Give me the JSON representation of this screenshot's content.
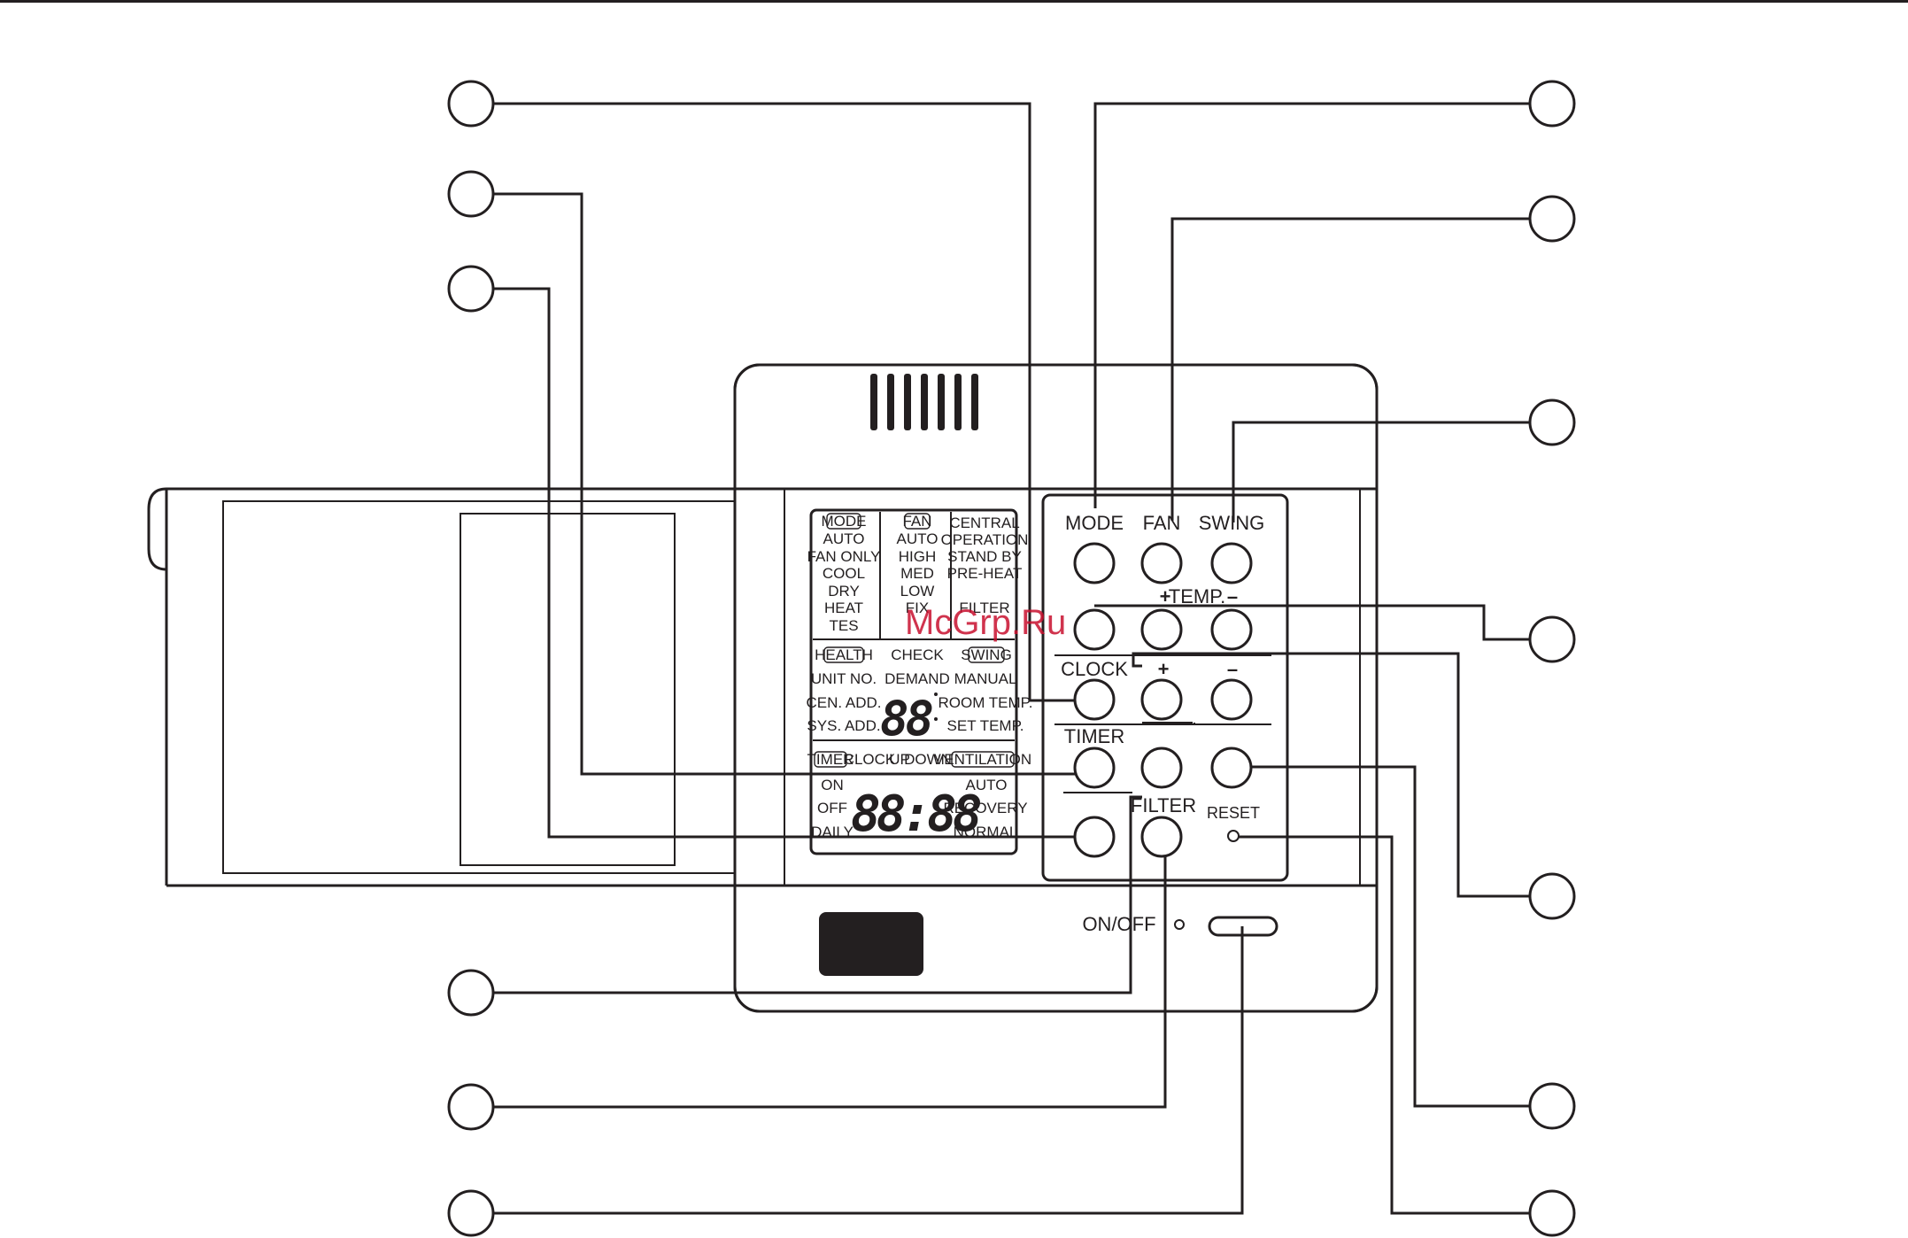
{
  "lcd": {
    "mode_header": "MODE",
    "mode_items": [
      "AUTO",
      "FAN ONLY",
      "COOL",
      "DRY",
      "HEAT",
      "TES"
    ],
    "fan_header": "FAN",
    "fan_items": [
      "AUTO",
      "HIGH",
      "MED",
      "LOW",
      "FIX"
    ],
    "status_items": [
      "CENTRAL",
      "OPERATION",
      "STAND BY",
      "PRE-HEAT"
    ],
    "filter": "FILTER",
    "health_header": "HEALTH",
    "check": "CHECK",
    "swing_header": "SWING",
    "unit_no": "UNIT NO.",
    "demand": "DEMAND",
    "manual": "MANUAL",
    "cen_add": "CEN. ADD.",
    "room_temp": "ROOM TEMP.",
    "sys_add": "SYS. ADD.",
    "set_temp": "SET TEMP.",
    "digits_small": "88",
    "timer_header": "TIMER",
    "clock": "CLOCK",
    "up": "UP",
    "down": "DOWN",
    "ventilation_header": "VENTILATION",
    "on": "ON",
    "off": "OFF",
    "daily": "DAILY",
    "digits_large": "88:88",
    "auto": "AUTO",
    "recovery": "RECOVERY",
    "normal": "NORMAL"
  },
  "buttons": {
    "mode": "MODE",
    "fan": "FAN",
    "swing": "SWING",
    "temp_plus": "+",
    "temp": "TEMP.",
    "temp_minus": "–",
    "clock": "CLOCK",
    "clock_plus": "+",
    "clock_minus": "–",
    "timer": "TIMER",
    "filter": "FILTER",
    "reset": "RESET",
    "on_off": "ON/OFF"
  },
  "watermark": "McGrp.Ru"
}
